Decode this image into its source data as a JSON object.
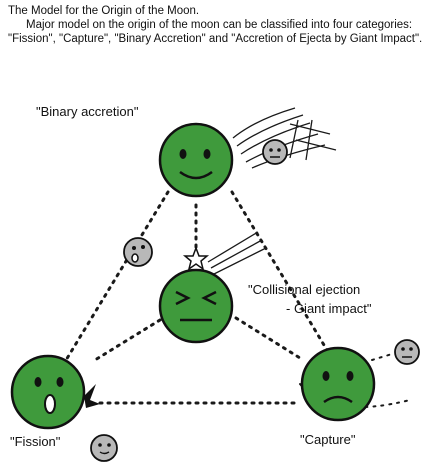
{
  "header": {
    "title": "The Model for the Origin of the Moon.",
    "paragraph": "Major model on the origin of the moon can be classified into four categories: \"Fission\", \"Capture\", \"Binary Accretion\" and \"Accretion of Ejecta by Giant Impact\"."
  },
  "labels": {
    "binary_accretion": "\"Binary accretion\"",
    "collisional_ejection_line1": "\"Collisional ejection",
    "collisional_ejection_line2": "- Giant impact\"",
    "fission": "\"Fission\"",
    "capture": "\"Capture\""
  },
  "colors": {
    "earth_green": "#3f9a3c",
    "moon_gray": "#b8b8b8",
    "outline": "#111111"
  }
}
